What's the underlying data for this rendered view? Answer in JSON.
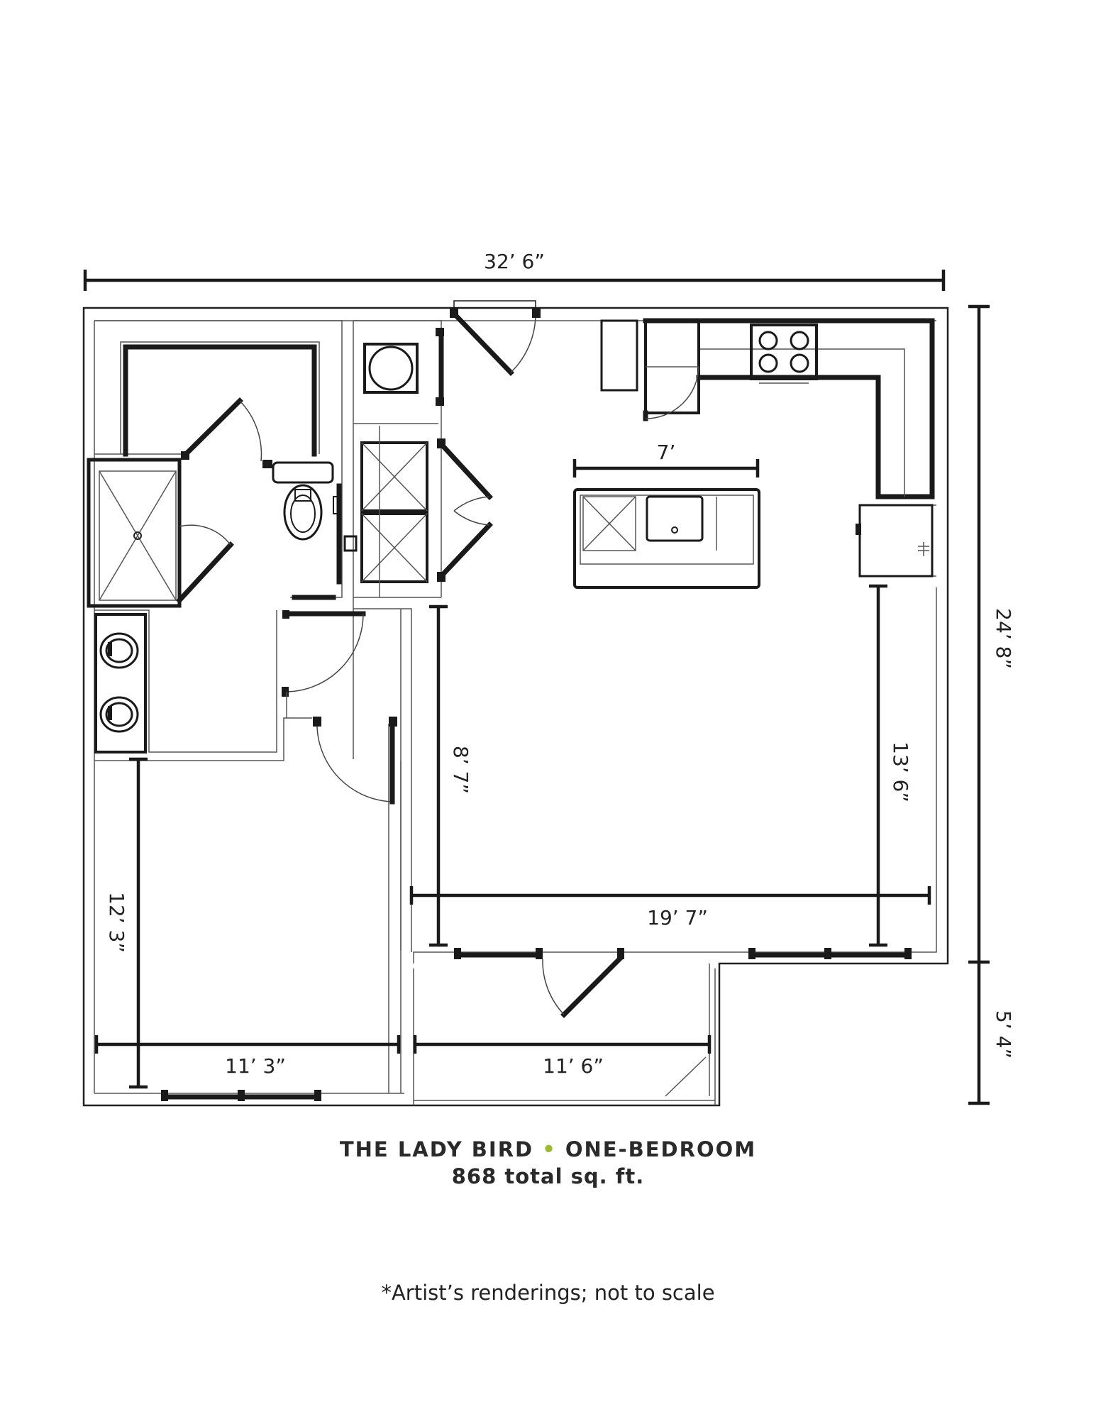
{
  "floorplan": {
    "name": "THE LADY BIRD",
    "separator": "•",
    "unit_type": "ONE-BEDROOM",
    "area": "868 total sq. ft.",
    "disclaimer": "*Artist’s renderings; not to scale",
    "accent_color": "#9bbb2c",
    "line_color": "#1a1a1a"
  },
  "dimensions": {
    "overall_width": "32’ 6”",
    "overall_depth": "24’ 8”",
    "patio_depth": "5’ 4”",
    "island_length": "7’",
    "hall_length": "8’ 7”",
    "living_depth": "13’ 6”",
    "living_width": "19’ 7”",
    "bedroom_depth": "12’ 3”",
    "bedroom_width": "11’ 3”",
    "patio_width": "11’ 6”"
  }
}
